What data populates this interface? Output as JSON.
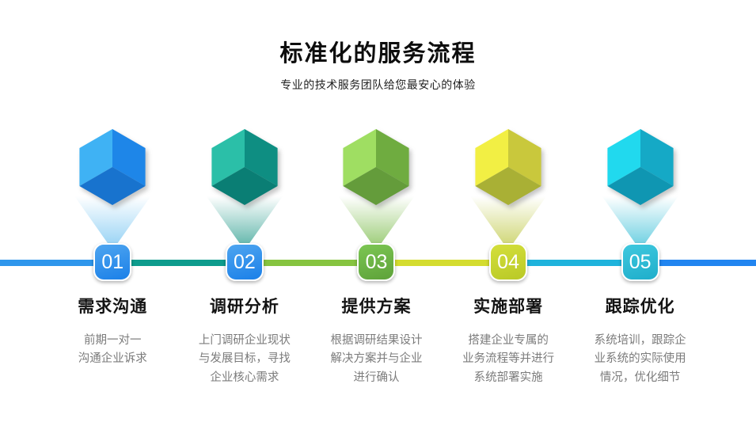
{
  "header": {
    "title": "标准化的服务流程",
    "subtitle": "专业的技术服务团队给您最安心的体验"
  },
  "steps": [
    {
      "number": "01",
      "title": "需求沟通",
      "desc": "前期一对一\n沟通企业诉求",
      "cube": {
        "left": "#3FB2F4",
        "right": "#1E86E8",
        "bottom": "#1873CE"
      },
      "beam": "#7EC8F2",
      "badge_top": "#4EA5F0",
      "badge_bottom": "#1B80E8"
    },
    {
      "number": "02",
      "title": "调研分析",
      "desc": "上门调研企业现状\n与发展目标，寻找\n企业核心需求",
      "cube": {
        "left": "#2BBFA8",
        "right": "#0E8E82",
        "bottom": "#0A7E74"
      },
      "beam": "#3AA496",
      "badge_top": "#4EA5F0",
      "badge_bottom": "#1B80E8"
    },
    {
      "number": "03",
      "title": "提供方案",
      "desc": "根据调研结果设计\n解决方案并与企业\n进行确认",
      "cube": {
        "left": "#9FDE62",
        "right": "#6FAC40",
        "bottom": "#649C3B"
      },
      "beam": "#84C057",
      "badge_top": "#7CC653",
      "badge_bottom": "#5EA23A"
    },
    {
      "number": "04",
      "title": "实施部署",
      "desc": "搭建企业专属的\n业务流程等并进行\n系统部署实施",
      "cube": {
        "left": "#F2EF44",
        "right": "#C9C83C",
        "bottom": "#A9B035"
      },
      "beam": "#C3CC52",
      "badge_top": "#D4DF3C",
      "badge_bottom": "#B9C926"
    },
    {
      "number": "05",
      "title": "跟踪优化",
      "desc": "系统培训，跟踪企\n业系统的实际使用\n情况，优化细节",
      "cube": {
        "left": "#21D9EE",
        "right": "#15A9C6",
        "bottom": "#0F96B2"
      },
      "beam": "#49C4DA",
      "badge_top": "#3FC8DE",
      "badge_bottom": "#1FAECB"
    }
  ],
  "timeline": {
    "segments": [
      {
        "color": "#2E96EC",
        "width": 142
      },
      {
        "color": "#0E9C8D",
        "width": 166.6
      },
      {
        "color": "#86C440",
        "width": 166.6
      },
      {
        "color": "#D4DC2F",
        "width": 166.6
      },
      {
        "color": "#1FB3DC",
        "width": 166.6
      },
      {
        "color": "#2185F0",
        "width": 147
      }
    ]
  }
}
